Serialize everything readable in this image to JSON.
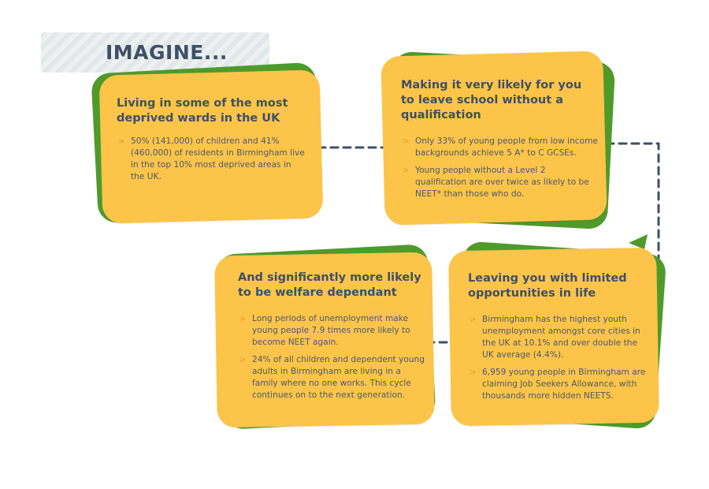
{
  "title": "IMAGINE...",
  "colors": {
    "card_fill": "#fcc449",
    "card_backing": "#4e9a2b",
    "text": "#3e5066",
    "arrow": "#3e5066",
    "bullet_marker": "#e39a2c",
    "banner": "#e2e7e9"
  },
  "bullet_marker": ">",
  "cards": [
    {
      "title": "Living in some of the most deprived wards in the UK",
      "bullets": [
        "50% (141,000) of children and 41% (460,000) of residents in Birmingham live in the top 10% most deprived areas in the UK."
      ]
    },
    {
      "title": "Making it very likely for you to leave school without a qualification",
      "bullets": [
        "Only 33% of young people from low income backgrounds achieve 5 A* to C GCSEs.",
        "Young people without a Level 2 qualification are over twice as likely to be NEET* than those who do."
      ]
    },
    {
      "title": "Leaving you with limited opportunities in life",
      "bullets": [
        "Birmingham has the highest youth unemployment amongst core cities in the UK at 10.1% and over double the UK average (4.4%).",
        "6,959 young people in Birmingham are claiming Job Seekers Allowance, with thousands more hidden NEETS."
      ]
    },
    {
      "title": "And significantly more likely to be welfare dependant",
      "bullets": [
        "Long periods of unemployment make young people 7.9 times more likely to become NEET again.",
        "24% of all children and dependent young adults in Birmingham are living in a family where no one works. This cycle continues on to the next generation."
      ]
    }
  ]
}
